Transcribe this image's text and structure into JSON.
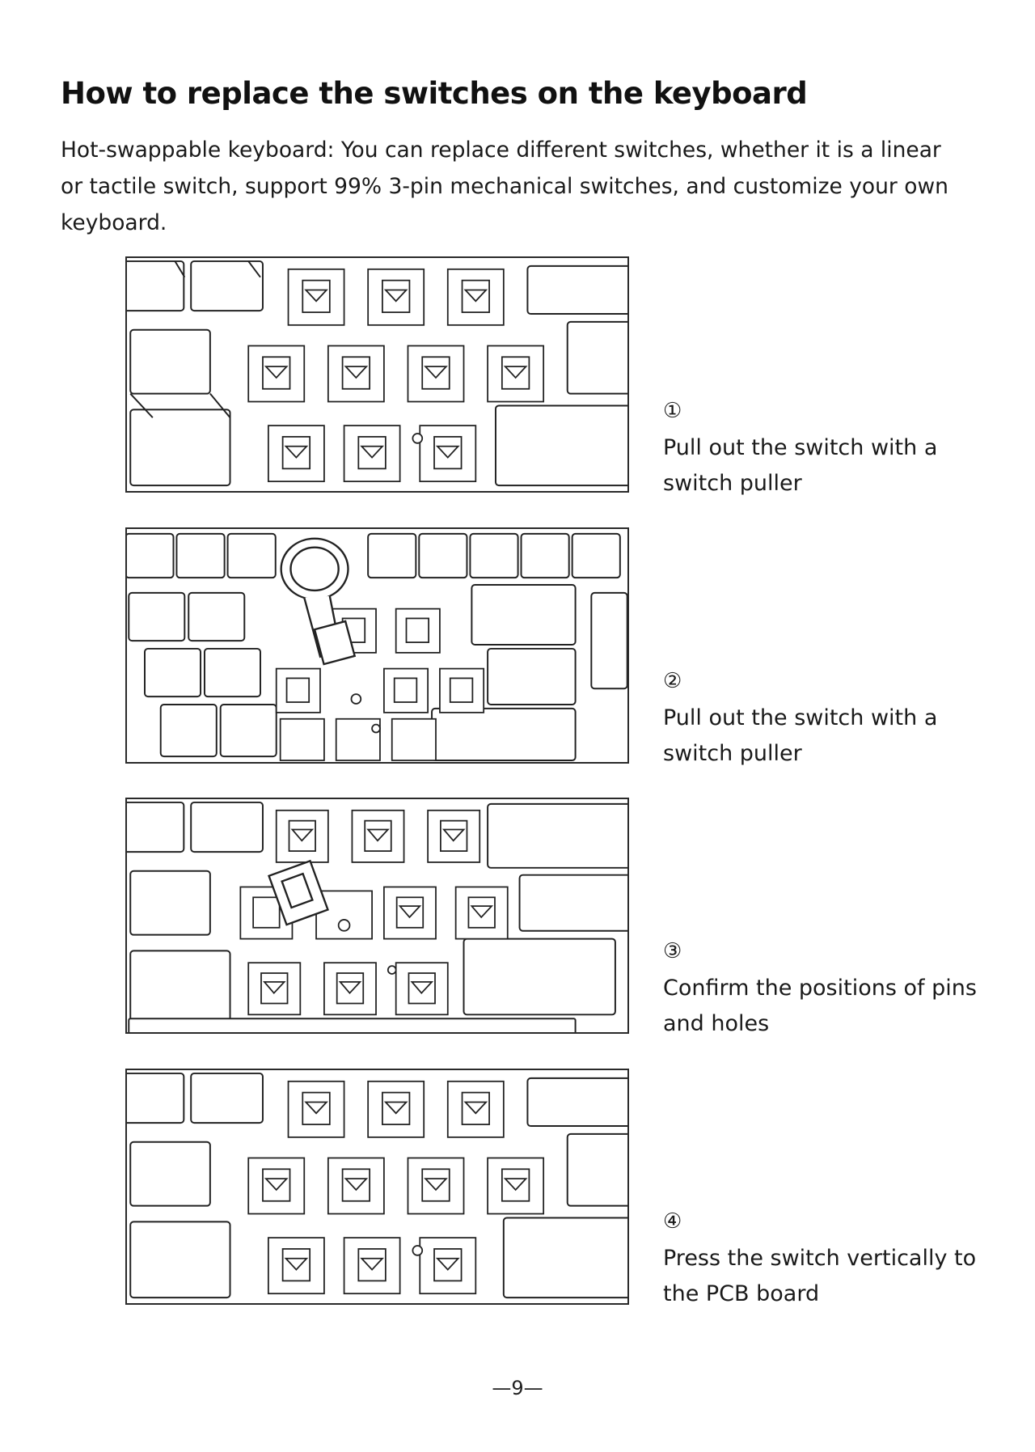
{
  "page": {
    "title": "How to replace the switches on the keyboard",
    "intro": "Hot-swappable keyboard: You can replace different switches, whether it is a linear or tactile switch, support 99% 3-pin mechanical switches, and customize your own keyboard.",
    "page_number": "—9—"
  },
  "steps": [
    {
      "number": "①",
      "text": "Pull out the switch with a switch puller"
    },
    {
      "number": "②",
      "text": "Pull out the switch with a switch puller"
    },
    {
      "number": "③",
      "text": "Confirm the positions of pins and holes"
    },
    {
      "number": "④",
      "text": "Press the switch vertically to the PCB board"
    }
  ]
}
